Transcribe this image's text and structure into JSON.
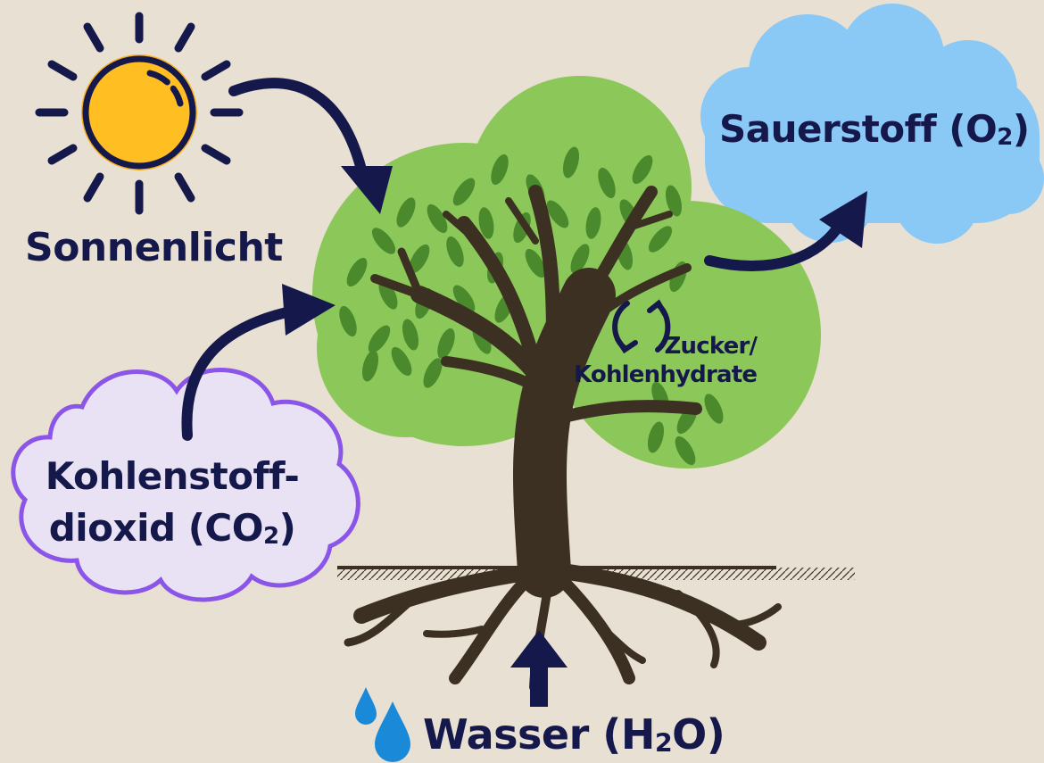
{
  "labels": {
    "sun": "Sonnenlicht",
    "oxygen": "Sauerstoff (O",
    "oxygen_sub": "2",
    "oxygen_end": ")",
    "co2_line1": "Kohlenstoff-",
    "co2_line2": "dioxid (CO",
    "co2_sub": "2",
    "co2_end": ")",
    "sugar_line1": "Zucker/",
    "sugar_line2": "Kohlenhydrate",
    "water": "Wasser (H",
    "water_sub": "2",
    "water_end": "O)"
  },
  "colors": {
    "background": "#e8e0d2",
    "arrow": "#15184a",
    "sun": "#f8b21c",
    "oxygen_cloud": "#8ac8f5",
    "co2_cloud_outline": "#8b56e8",
    "canopy": "#8cc759",
    "leaf": "#4a8a2c",
    "trunk": "#3b3022",
    "water_drop": "#1a8ad8"
  },
  "icons": [
    "sun-icon",
    "cloud-icon",
    "tree-icon",
    "leaf-icon",
    "water-drop-icon",
    "cycle-arrows-icon",
    "arrow-icon"
  ]
}
